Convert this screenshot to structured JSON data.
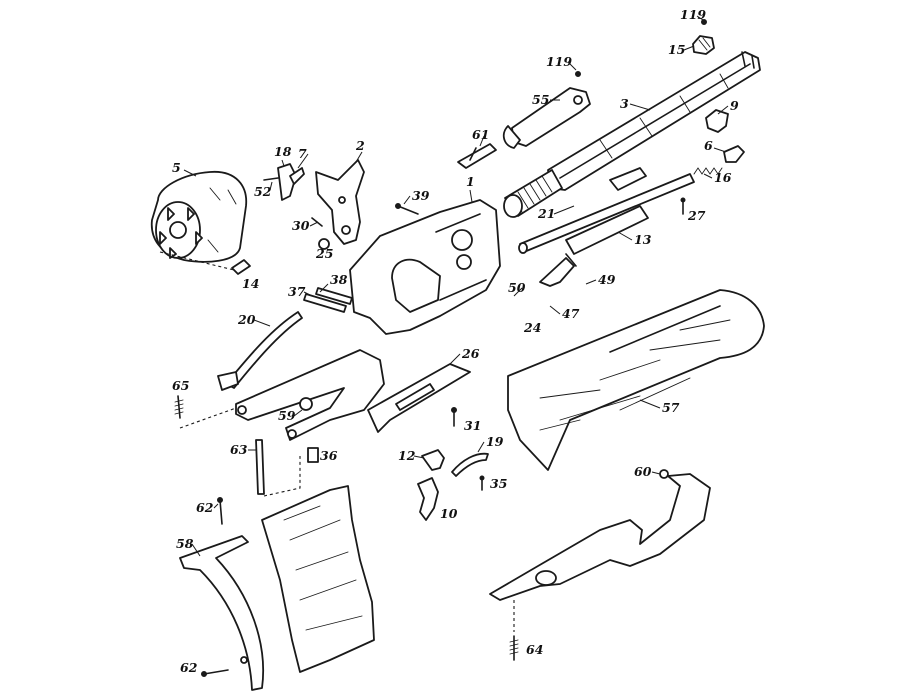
{
  "callouts": {
    "c119a": "119",
    "c15": "15",
    "c119b": "119",
    "c55": "55",
    "c3": "3",
    "c9": "9",
    "c61": "61",
    "c6": "6",
    "c16": "16",
    "c18": "18",
    "c7": "7",
    "c2": "2",
    "c5": "5",
    "c52": "52",
    "c1": "1",
    "c39": "39",
    "c21": "21",
    "c27": "27",
    "c30": "30",
    "c25": "25",
    "c13": "13",
    "c14": "14",
    "c38": "38",
    "c37": "37",
    "c50": "50",
    "c49": "49",
    "c47": "47",
    "c24": "24",
    "c20": "20",
    "c26": "26",
    "c65": "65",
    "c57": "57",
    "c59": "59",
    "c31": "31",
    "c63": "63",
    "c36": "36",
    "c19": "19",
    "c12": "12",
    "c35": "35",
    "c60": "60",
    "c62a": "62",
    "c10": "10",
    "c58": "58",
    "c64": "64",
    "c62b": "62"
  }
}
